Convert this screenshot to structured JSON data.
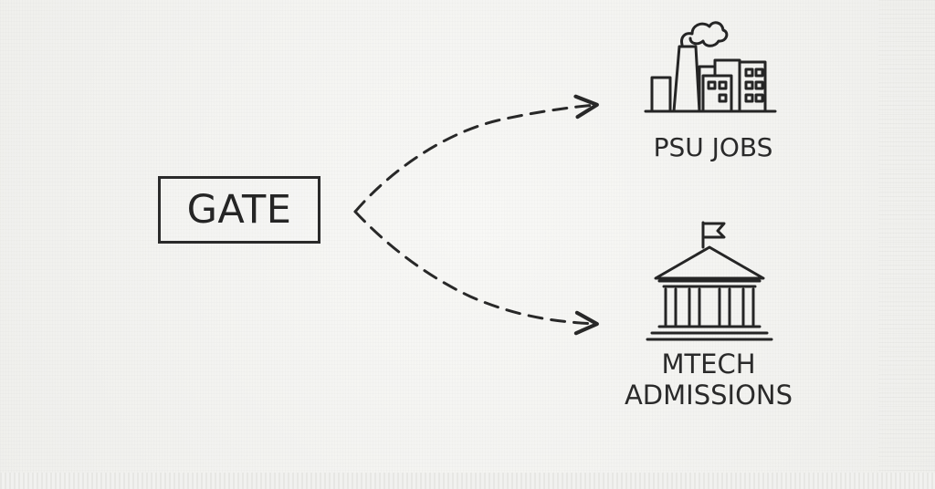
{
  "diagram": {
    "source": {
      "label": "GATE"
    },
    "targets": [
      {
        "label": "PSU JOBS",
        "icon": "factory-icon"
      },
      {
        "label_lines": [
          "MTECH",
          "ADMISSIONS"
        ],
        "icon": "university-building-icon"
      }
    ],
    "connectors": [
      {
        "from": "GATE",
        "to": "PSU JOBS",
        "style": "dashed-arrow"
      },
      {
        "from": "GATE",
        "to": "MTECH ADMISSIONS",
        "style": "dashed-arrow"
      }
    ],
    "colors": {
      "ink": "#252525",
      "paper": "#f4f4f2"
    }
  }
}
